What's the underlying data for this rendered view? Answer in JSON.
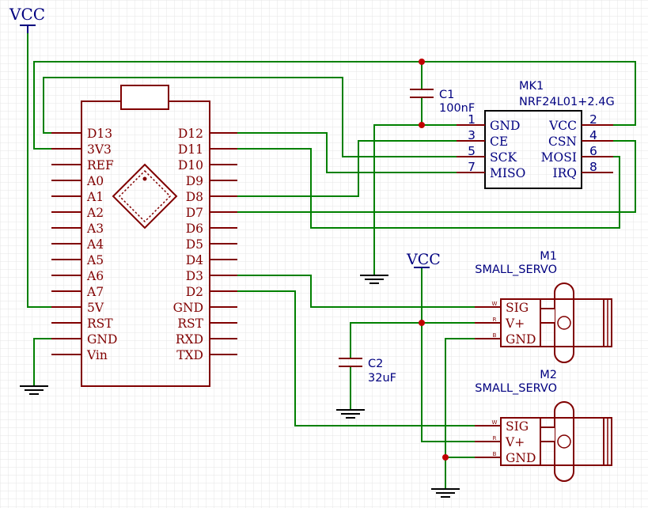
{
  "colors": {
    "wire": "#008000",
    "body": "#800000",
    "pin": "#800000",
    "label_blue": "#000080",
    "junction": "#c00000",
    "grid": "#e4e4e4",
    "ground": "#000000"
  },
  "power_labels": [
    {
      "text": "VCC"
    },
    {
      "text": "VCC"
    }
  ],
  "arduino": {
    "left_pins": [
      "D13",
      "3V3",
      "REF",
      "A0",
      "A1",
      "A2",
      "A3",
      "A4",
      "A5",
      "A6",
      "A7",
      "5V",
      "RST",
      "GND",
      "Vin"
    ],
    "right_pins": [
      "D12",
      "D11",
      "D10",
      "D9",
      "D8",
      "D7",
      "D6",
      "D5",
      "D4",
      "D3",
      "D2",
      "GND",
      "RST",
      "RXD",
      "TXD"
    ]
  },
  "c1": {
    "ref": "C1",
    "value": "100nF"
  },
  "c2": {
    "ref": "C2",
    "value": "32uF"
  },
  "mk1": {
    "ref": "MK1",
    "value": "NRF24L01+2.4G",
    "left_pins": [
      {
        "num": "1",
        "name": "GND"
      },
      {
        "num": "3",
        "name": "CE"
      },
      {
        "num": "5",
        "name": "SCK"
      },
      {
        "num": "7",
        "name": "MISO"
      }
    ],
    "right_pins": [
      {
        "num": "2",
        "name": "VCC"
      },
      {
        "num": "4",
        "name": "CSN"
      },
      {
        "num": "6",
        "name": "MOSI"
      },
      {
        "num": "8",
        "name": "IRQ"
      }
    ]
  },
  "servos": [
    {
      "ref": "M1",
      "value": "SMALL_SERVO",
      "pins": [
        {
          "tag": "W",
          "name": "SIG"
        },
        {
          "tag": "R",
          "name": "V+"
        },
        {
          "tag": "B",
          "name": "GND"
        }
      ]
    },
    {
      "ref": "M2",
      "value": "SMALL_SERVO",
      "pins": [
        {
          "tag": "W",
          "name": "SIG"
        },
        {
          "tag": "R",
          "name": "V+"
        },
        {
          "tag": "B",
          "name": "GND"
        }
      ]
    }
  ]
}
